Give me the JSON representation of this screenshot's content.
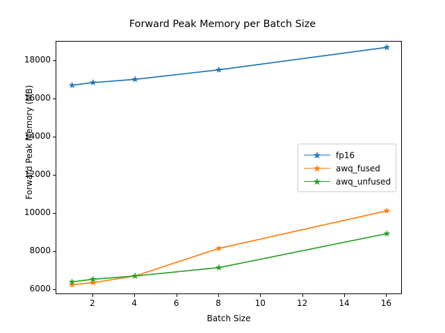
{
  "chart_data": {
    "type": "line",
    "title": "Forward Peak Memory per Batch Size",
    "xlabel": "Batch Size",
    "ylabel": "Forward Peak Memory (MB)",
    "x": [
      1,
      2,
      4,
      8,
      16
    ],
    "xlim": [
      0.25,
      16.75
    ],
    "ylim": [
      5740,
      19030
    ],
    "xticks": [
      2,
      4,
      6,
      8,
      10,
      12,
      14,
      16
    ],
    "xtick_labels": [
      "2",
      "4",
      "6",
      "8",
      "10",
      "12",
      "14",
      "16"
    ],
    "yticks": [
      6000,
      8000,
      10000,
      12000,
      14000,
      16000,
      18000
    ],
    "ytick_labels": [
      "6000",
      "8000",
      "10000",
      "12000",
      "14000",
      "16000",
      "18000"
    ],
    "grid": false,
    "legend_position": "center right",
    "marker": "star",
    "series": [
      {
        "name": "fp16",
        "color": "#1f77b4",
        "values": [
          16740,
          16880,
          17050,
          17550,
          18730
        ]
      },
      {
        "name": "awq_fused",
        "color": "#ff7f0e",
        "values": [
          6270,
          6380,
          6730,
          8180,
          10150
        ]
      },
      {
        "name": "awq_unfused",
        "color": "#2ca02c",
        "values": [
          6420,
          6560,
          6730,
          7170,
          8950
        ]
      }
    ]
  },
  "legend": {
    "items": [
      {
        "label": "fp16"
      },
      {
        "label": "awq_fused"
      },
      {
        "label": "awq_unfused"
      }
    ]
  }
}
